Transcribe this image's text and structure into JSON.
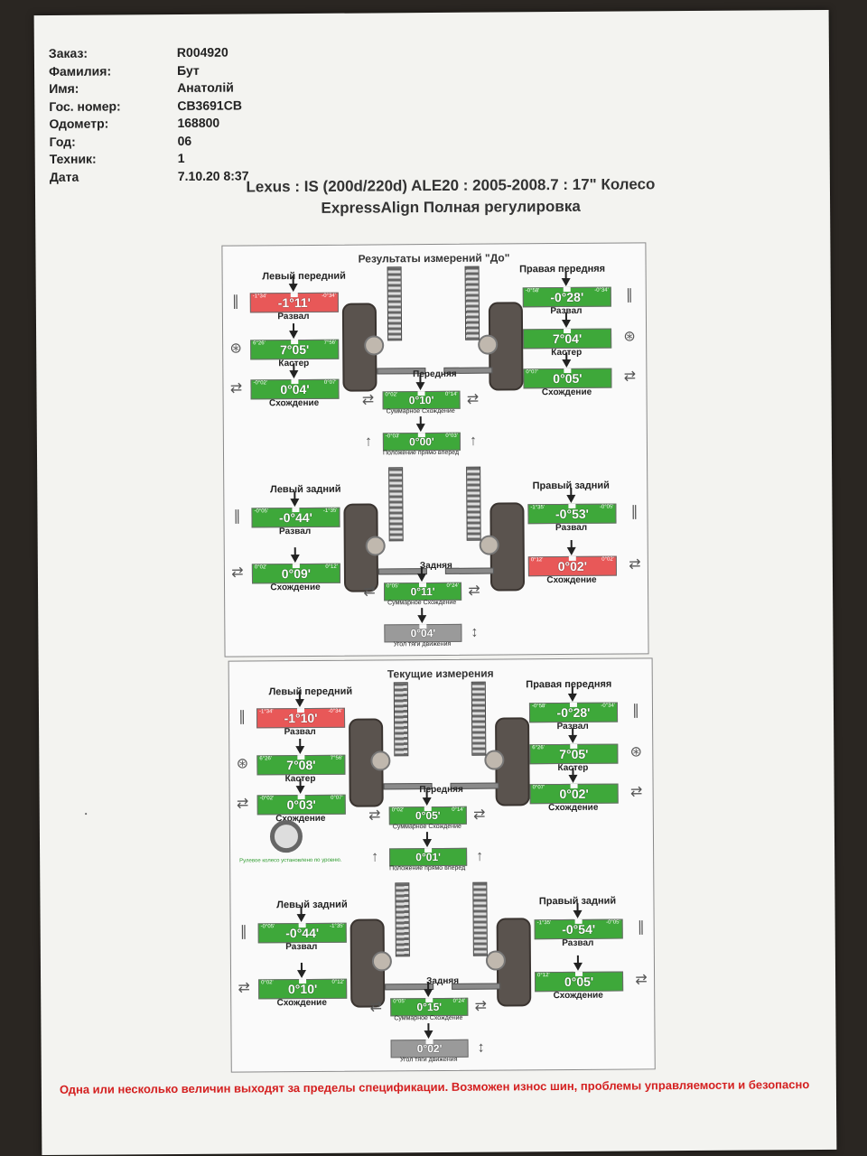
{
  "header": {
    "rows": [
      {
        "key": "Заказ:",
        "val": "R004920"
      },
      {
        "key": "Фамилия:",
        "val": "Бут"
      },
      {
        "key": "Имя:",
        "val": "Анатолій"
      },
      {
        "key": "Гос. номер:",
        "val": "СВ3691СВ"
      },
      {
        "key": "Одометр:",
        "val": "168800"
      },
      {
        "key": "Год:",
        "val": "06"
      },
      {
        "key": "Техник:",
        "val": "1"
      },
      {
        "key": "Дата",
        "val": "7.10.20 8:37"
      }
    ]
  },
  "title_line1": "Lexus : IS (200d/220d) ALE20 : 2005-2008.7 : 17\" Колесо",
  "title_line2": "ExpressAlign Полная регулировка",
  "before": {
    "title": "Результаты измерений \"До\"",
    "lf_title": "Левый передний",
    "lf_camber": {
      "value": "-1°11'",
      "min": "-1°34'",
      "max": "-0°34'",
      "label": "Развал",
      "status": "red"
    },
    "lf_caster": {
      "value": "7°05'",
      "min": "6°26'",
      "max": "7°56'",
      "label": "Кастер",
      "status": "green"
    },
    "lf_toe": {
      "value": "0°04'",
      "min": "-0°02'",
      "max": "0°07'",
      "label": "Схождение",
      "status": "green"
    },
    "rf_title": "Правая передняя",
    "rf_camber": {
      "value": "-0°28'",
      "min": "-0°58'",
      "max": "-0°34'",
      "label": "Развал",
      "status": "green"
    },
    "rf_caster": {
      "value": "7°04'",
      "min": "",
      "max": "",
      "label": "Кастер",
      "status": "green"
    },
    "rf_toe": {
      "value": "0°05'",
      "min": "0°07'",
      "max": "",
      "label": "Схождение",
      "status": "green"
    },
    "front_title": "Передняя",
    "front_total_toe": {
      "value": "0°10'",
      "min": "0°02'",
      "max": "0°14'",
      "label": "Суммарное Схождение",
      "status": "green"
    },
    "steer_ahead": {
      "value": "0°00'",
      "min": "-0°03'",
      "max": "0°03'",
      "label": "Положение прямо вперед",
      "status": "green"
    },
    "lr_title": "Левый задний",
    "lr_camber": {
      "value": "-0°44'",
      "min": "-0°05'",
      "max": "-1°35'",
      "label": "Развал",
      "status": "green"
    },
    "lr_toe": {
      "value": "0°09'",
      "min": "0°02'",
      "max": "0°12'",
      "label": "Схождение",
      "status": "green"
    },
    "rr_title": "Правый задний",
    "rr_camber": {
      "value": "-0°53'",
      "min": "-1°35'",
      "max": "-0°05'",
      "label": "Развал",
      "status": "green"
    },
    "rr_toe": {
      "value": "0°02'",
      "min": "0°12'",
      "max": "0°02'",
      "label": "Схождение",
      "status": "red"
    },
    "rear_title": "Задняя",
    "rear_total_toe": {
      "value": "0°11'",
      "min": "0°05'",
      "max": "0°24'",
      "label": "Суммарное Схождение",
      "status": "green"
    },
    "thrust": {
      "value": "0°04'",
      "min": "",
      "max": "",
      "label": "Угол тяги движения",
      "status": "grey"
    }
  },
  "current": {
    "title": "Текущие измерения",
    "lf_title": "Левый передний",
    "lf_camber": {
      "value": "-1°10'",
      "min": "-1°34'",
      "max": "-0°34'",
      "label": "Развал",
      "status": "red"
    },
    "lf_caster": {
      "value": "7°08'",
      "min": "6°26'",
      "max": "7°56'",
      "label": "Кастер",
      "status": "green"
    },
    "lf_toe": {
      "value": "0°03'",
      "min": "-0°02'",
      "max": "0°07'",
      "label": "Схождение",
      "status": "green"
    },
    "rf_title": "Правая передняя",
    "rf_camber": {
      "value": "-0°28'",
      "min": "-0°58'",
      "max": "-0°34'",
      "label": "Развал",
      "status": "green"
    },
    "rf_caster": {
      "value": "7°05'",
      "min": "6°26'",
      "max": "",
      "label": "Кастер",
      "status": "green"
    },
    "rf_toe": {
      "value": "0°02'",
      "min": "0°07'",
      "max": "",
      "label": "Схождение",
      "status": "green"
    },
    "front_title": "Передняя",
    "front_total_toe": {
      "value": "0°05'",
      "min": "0°02'",
      "max": "0°14'",
      "label": "Суммарное Схождение",
      "status": "green"
    },
    "steer_ahead": {
      "value": "0°01'",
      "min": "",
      "max": "",
      "label": "Положение прямо вперед",
      "status": "green"
    },
    "sw_text": "Рулевое колесо установлено по уровню.",
    "lr_title": "Левый задний",
    "lr_camber": {
      "value": "-0°44'",
      "min": "-0°05'",
      "max": "-1°35'",
      "label": "Развал",
      "status": "green"
    },
    "lr_toe": {
      "value": "0°10'",
      "min": "0°02'",
      "max": "0°12'",
      "label": "Схождение",
      "status": "green"
    },
    "rr_title": "Правый задний",
    "rr_camber": {
      "value": "-0°54'",
      "min": "-1°35'",
      "max": "-0°05'",
      "label": "Развал",
      "status": "green"
    },
    "rr_toe": {
      "value": "0°05'",
      "min": "0°12'",
      "max": "",
      "label": "Схождение",
      "status": "green"
    },
    "rear_title": "Задняя",
    "rear_total_toe": {
      "value": "0°15'",
      "min": "0°05'",
      "max": "0°24'",
      "label": "Суммарное Схождение",
      "status": "green"
    },
    "thrust": {
      "value": "0°02'",
      "min": "",
      "max": "",
      "label": "Угол тяги движения",
      "status": "grey"
    }
  },
  "warning": "Одна или несколько величин выходят за пределы спецификации. Возможен износ шин, проблемы управляемости и безопасно",
  "colors": {
    "in_spec": "#3ea83a",
    "out_of_spec": "#e85858",
    "warning_text": "#d42020"
  }
}
